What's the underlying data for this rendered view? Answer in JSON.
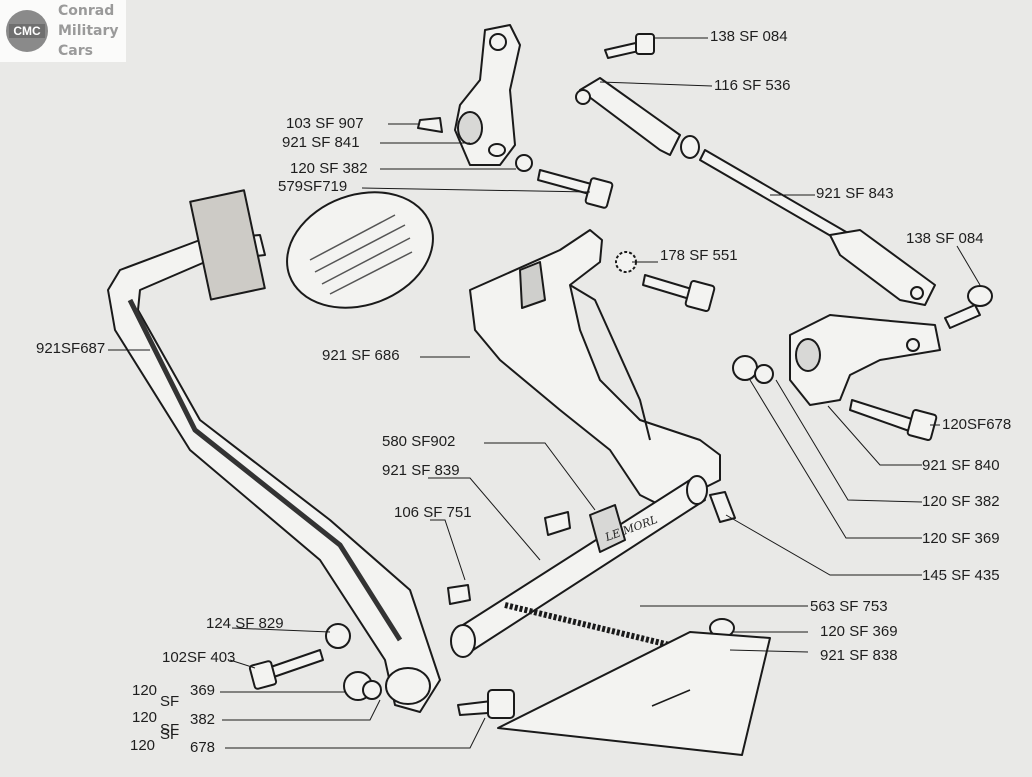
{
  "logo": {
    "badge": "CMC",
    "line1": "Conrad",
    "line2": "Military",
    "line3": "Cars"
  },
  "signature": "LE MORL",
  "labels": {
    "l138_top": "138 SF 084",
    "l116": "116 SF 536",
    "l103": "103 SF 907",
    "l921_841": "921 SF 841",
    "l120_382_top": "120 SF 382",
    "l579": "579SF719",
    "l921_843": "921 SF 843",
    "l138_right": "138 SF 084",
    "l178": "178 SF 551",
    "l921_687": "921SF687",
    "l921_686": "921 SF 686",
    "l120_678_right": "120SF678",
    "l580": "580 SF902",
    "l921_840": "921 SF 840",
    "l921_839": "921 SF 839",
    "l120_382_right": "120 SF 382",
    "l106": "106 SF 751",
    "l120_369_right": "120 SF 369",
    "l145": "145 SF 435",
    "l563": "563 SF 753",
    "l124": "124 SF 829",
    "l120_369_mid": "120 SF 369",
    "l102": "102SF 403",
    "l921_838": "921 SF 838",
    "l120_369_left_a": "120",
    "l120_369_left_b": "SF",
    "l120_369_left_c": "369",
    "l120_382_left_a": "120",
    "l120_382_left_b": "SF",
    "l120_382_left_c": "382",
    "l120_678_left_a": "120",
    "l120_678_left_b": "SF",
    "l120_678_left_c": "678"
  }
}
